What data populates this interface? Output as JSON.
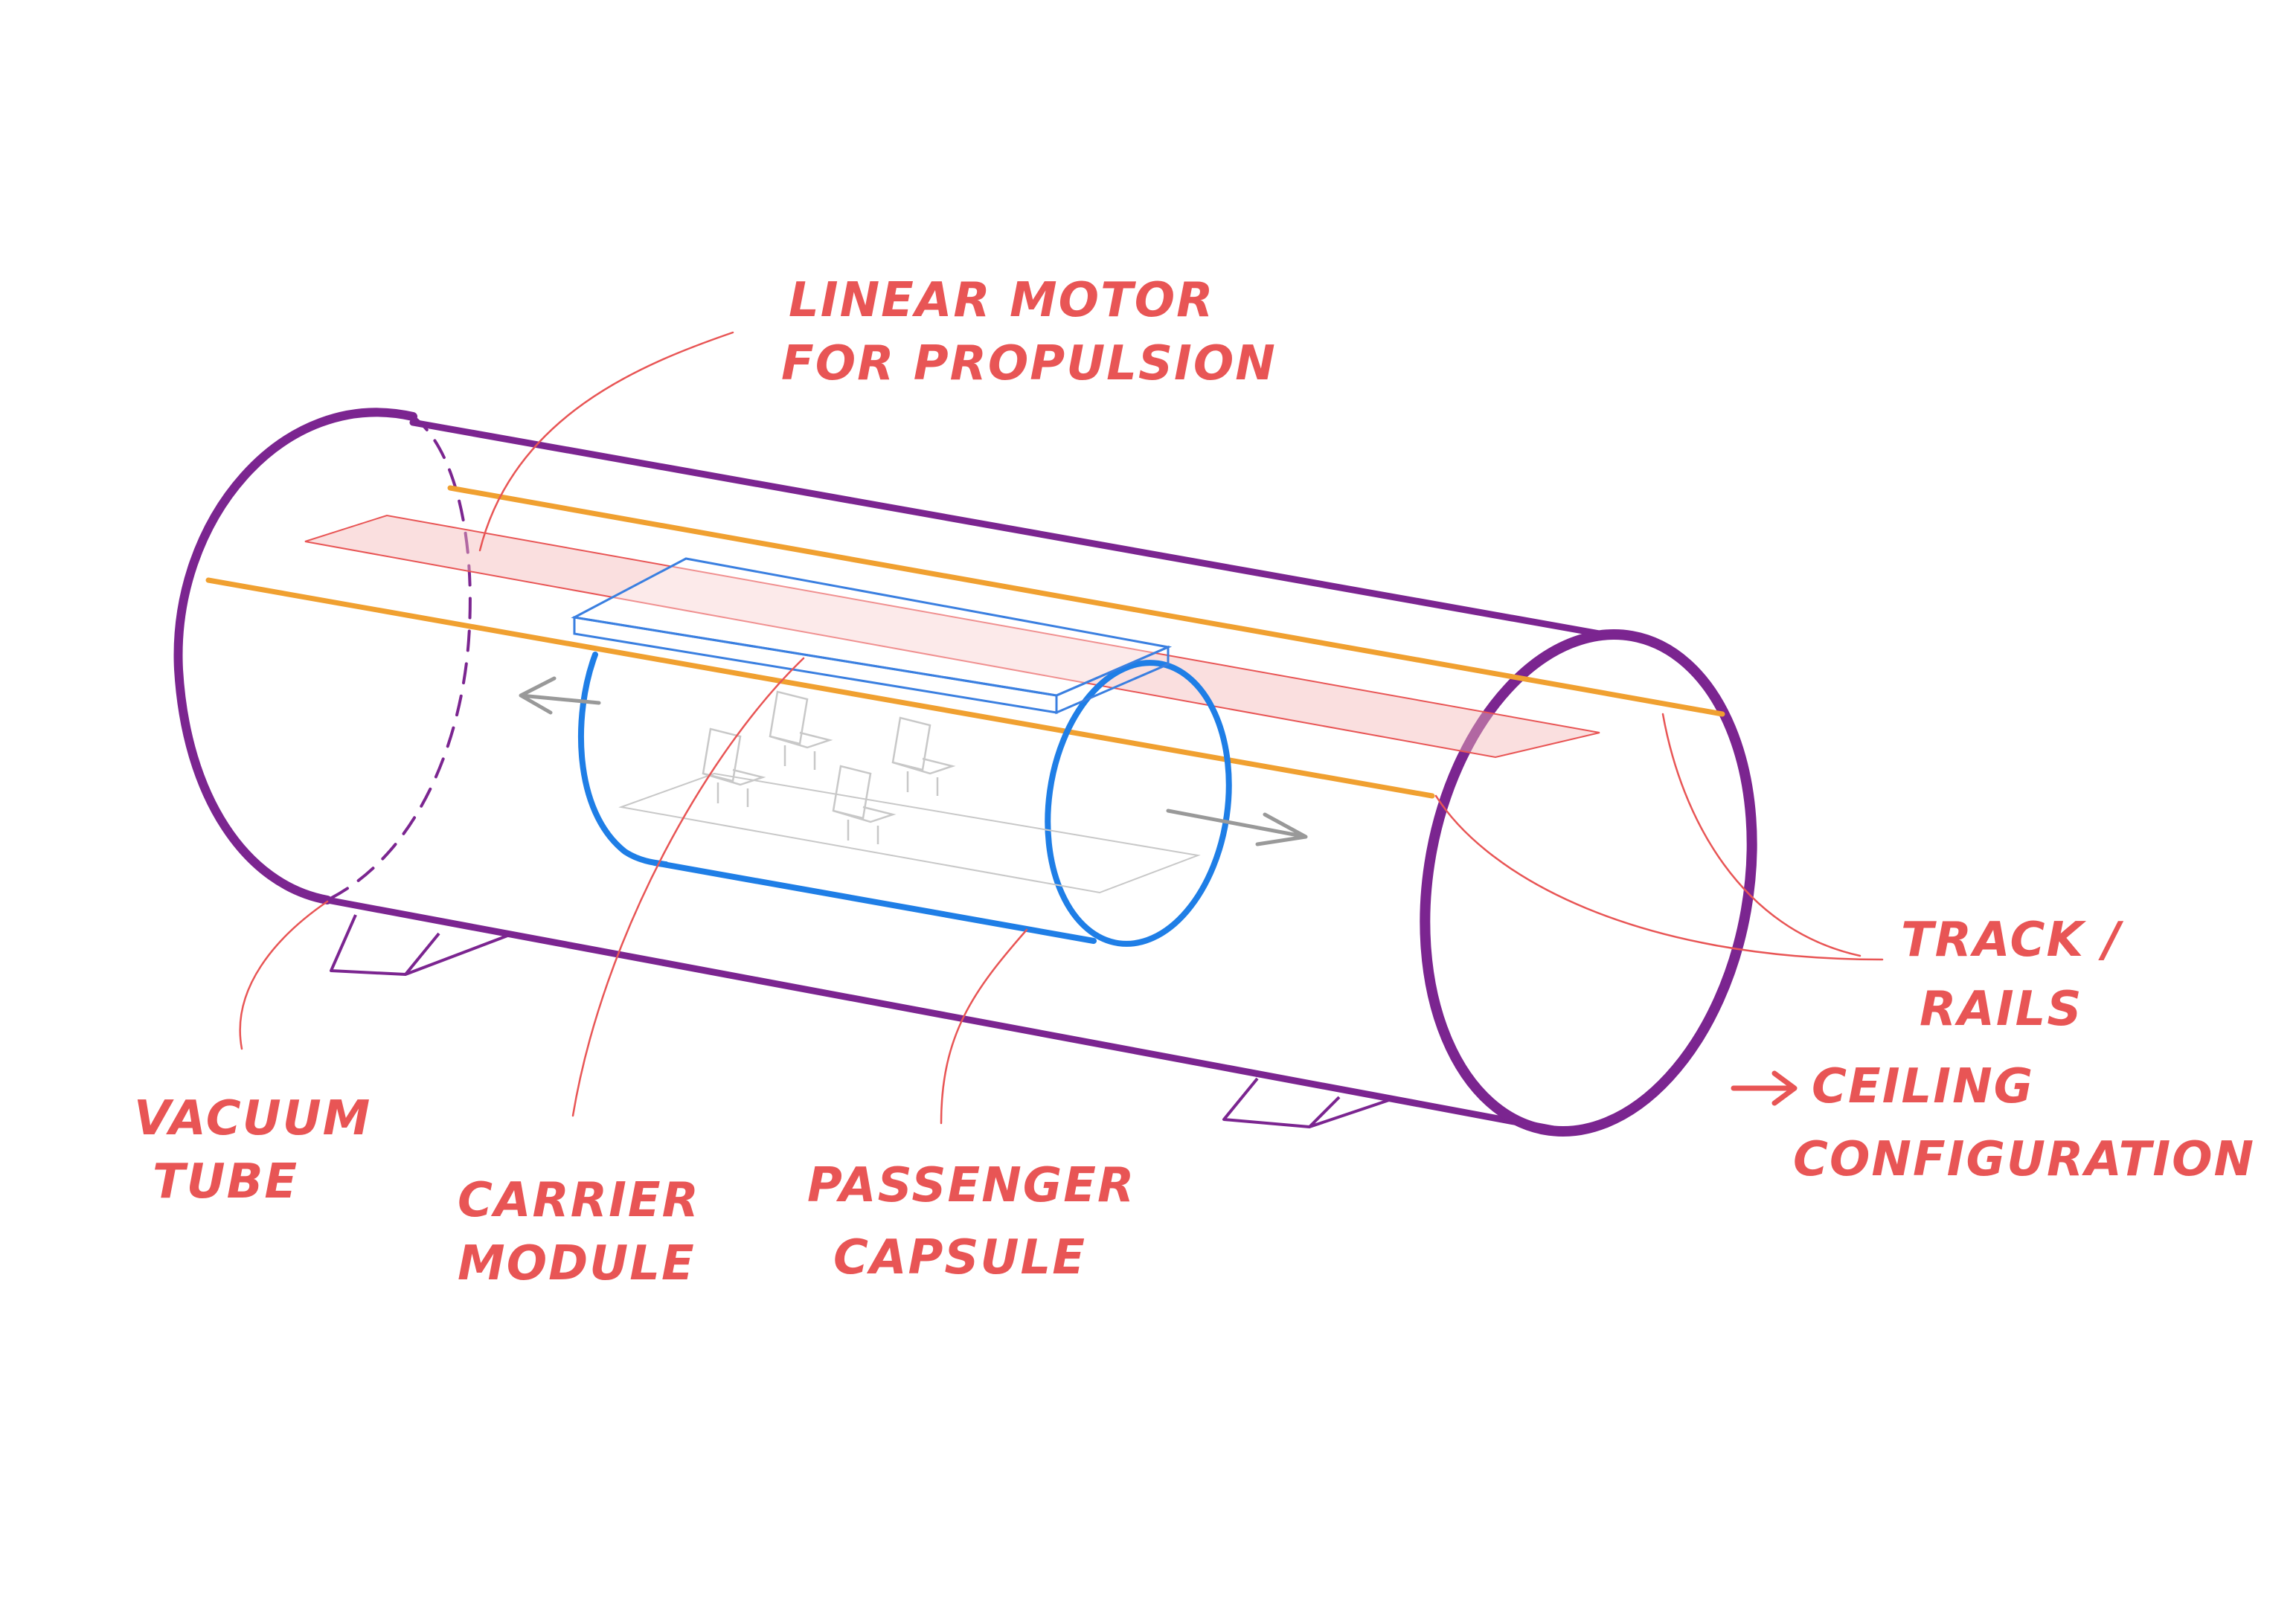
{
  "colors": {
    "background": "#ffffff",
    "vacuum_tube": "#7b2590",
    "passenger_capsule": "#1f7ee6",
    "carrier_module": "#3a7fe0",
    "track_rails": "#f0a030",
    "linear_motor_plane": "#f4b8b8",
    "annotation": "#e85555",
    "motion_arrow": "#999999",
    "seats": "#c8c8c8"
  },
  "labels": {
    "linear_motor": {
      "line1": "LINEAR MOTOR",
      "line2": "FOR PROPULSION"
    },
    "track_rails": {
      "line1": "TRACK /",
      "line2": "RAILS"
    },
    "ceiling_configuration": {
      "line1": "CEILING",
      "line2": "CONFIGURATION"
    },
    "vacuum_tube": {
      "line1": "VACUUM",
      "line2": "TUBE"
    },
    "carrier_module": {
      "line1": "CARRIER",
      "line2": "MODULE"
    },
    "passenger_capsule": {
      "line1": "PASSENGER",
      "line2": "CAPSULE"
    }
  },
  "icons": {
    "ceiling_arrow": "right-arrow-icon",
    "motion_left": "left-arrow-icon",
    "motion_right": "right-arrow-icon",
    "seat": "seat-icon"
  }
}
